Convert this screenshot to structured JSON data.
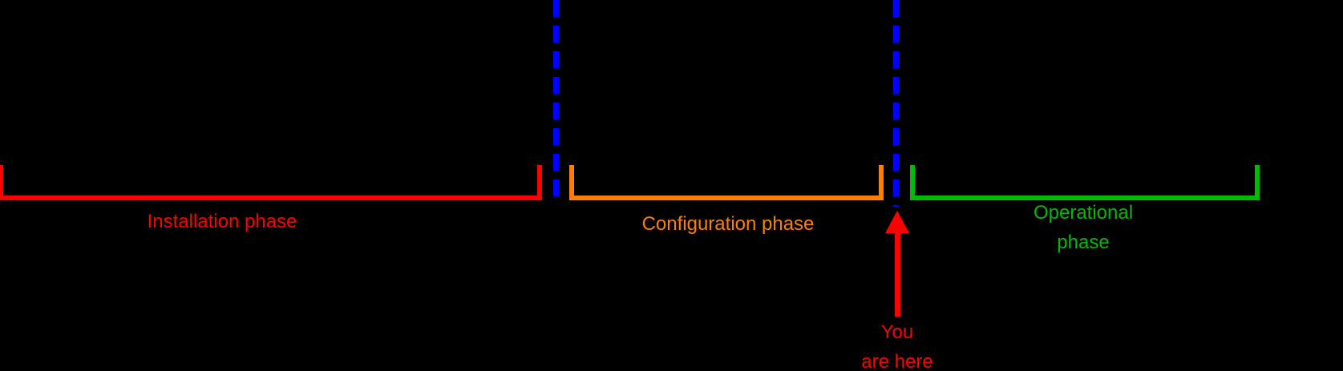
{
  "background_color": "#000000",
  "phases": [
    {
      "name": "installation",
      "label": "Installation phase",
      "color": "#ff0000"
    },
    {
      "name": "configuration",
      "label": "Configuration phase",
      "color": "#ff8000"
    },
    {
      "name": "operational",
      "label": "Operational\nphase",
      "color": "#00bb00"
    }
  ],
  "separators": [
    {
      "name": "separator-1",
      "color": "#0000ff",
      "style": "dashed"
    },
    {
      "name": "separator-2",
      "color": "#0000ff",
      "style": "dashed"
    }
  ],
  "marker": {
    "label": "You\nare here",
    "color": "#ff0000",
    "icon": "up-arrow-icon",
    "points_at": "separator-2"
  }
}
